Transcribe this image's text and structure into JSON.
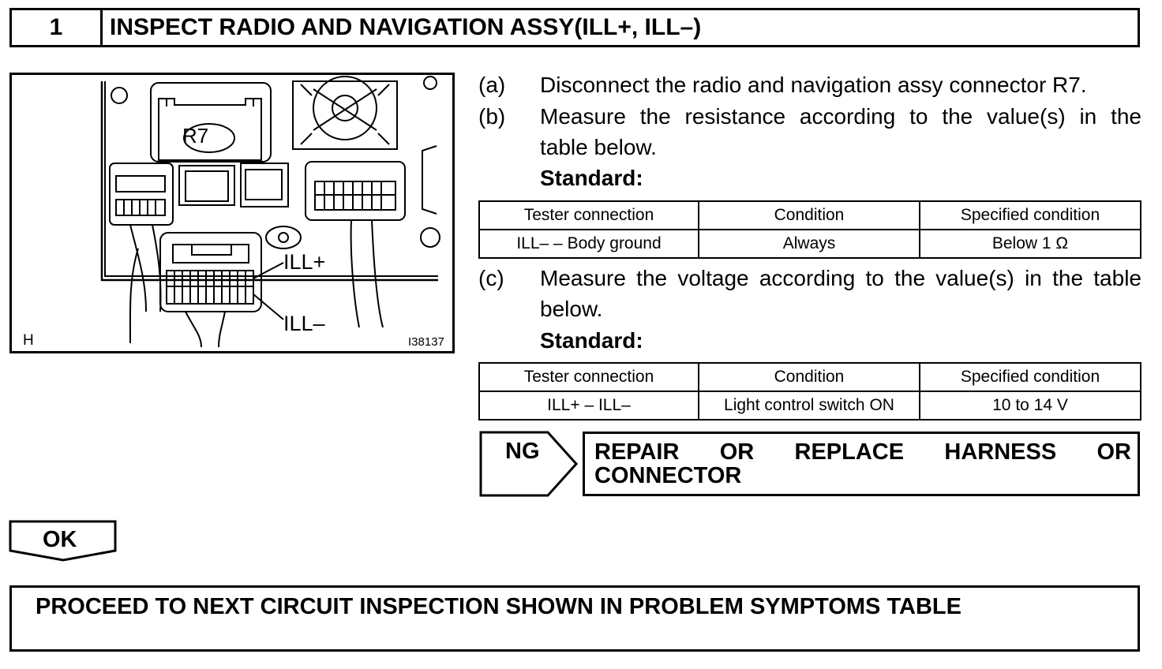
{
  "header": {
    "number": "1",
    "title": "INSPECT RADIO AND NAVIGATION ASSY(ILL+, ILL–)"
  },
  "figure": {
    "connector_label": "R7",
    "pin_label_plus": "ILL+",
    "pin_label_minus": "ILL–",
    "corner_letter": "H",
    "figure_code": "I38137"
  },
  "steps": {
    "a": {
      "marker": "(a)",
      "text": "Disconnect the radio and navigation assy connector R7."
    },
    "b": {
      "marker": "(b)",
      "line1": "Measure the resistance according to the value(s) in the",
      "line2": "table below.",
      "standard": "Standard:"
    },
    "c": {
      "marker": "(c)",
      "line1": "Measure the voltage according to the value(s) in the table",
      "line2": "below.",
      "standard": "Standard:"
    }
  },
  "table_resistance": {
    "headers": [
      "Tester connection",
      "Condition",
      "Specified condition"
    ],
    "rows": [
      [
        "ILL– – Body ground",
        "Always",
        "Below 1 Ω"
      ]
    ]
  },
  "table_voltage": {
    "headers": [
      "Tester connection",
      "Condition",
      "Specified condition"
    ],
    "rows": [
      [
        "ILL+ – ILL–",
        "Light control switch ON",
        "10 to 14 V"
      ]
    ]
  },
  "ng": {
    "label": "NG",
    "line1": [
      "REPAIR",
      "OR",
      "REPLACE",
      "HARNESS",
      "OR"
    ],
    "line2": "CONNECTOR"
  },
  "ok": {
    "label": "OK"
  },
  "final": {
    "text": "PROCEED TO NEXT CIRCUIT INSPECTION SHOWN IN PROBLEM SYMPTOMS TABLE"
  }
}
